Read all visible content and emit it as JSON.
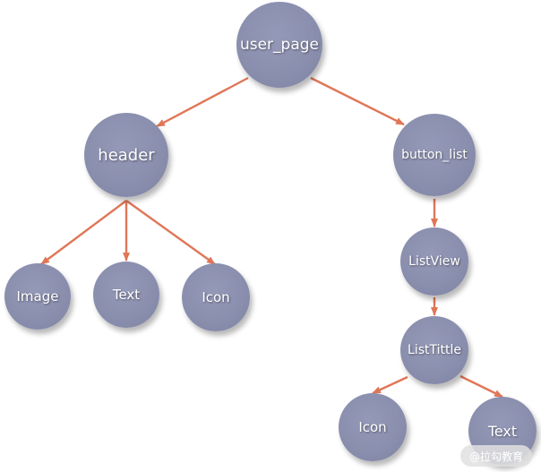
{
  "diagram": {
    "node_color": "#8b8fae",
    "edge_color": "#e07657",
    "nodes": {
      "user_page": "user_page",
      "header": "header",
      "button_list": "button_list",
      "image": "Image",
      "header_text": "Text",
      "header_icon": "Icon",
      "listview": "ListView",
      "listtittle": "ListTittle",
      "list_icon": "Icon",
      "list_text": "Text"
    }
  },
  "watermark": "@拉勾教育"
}
